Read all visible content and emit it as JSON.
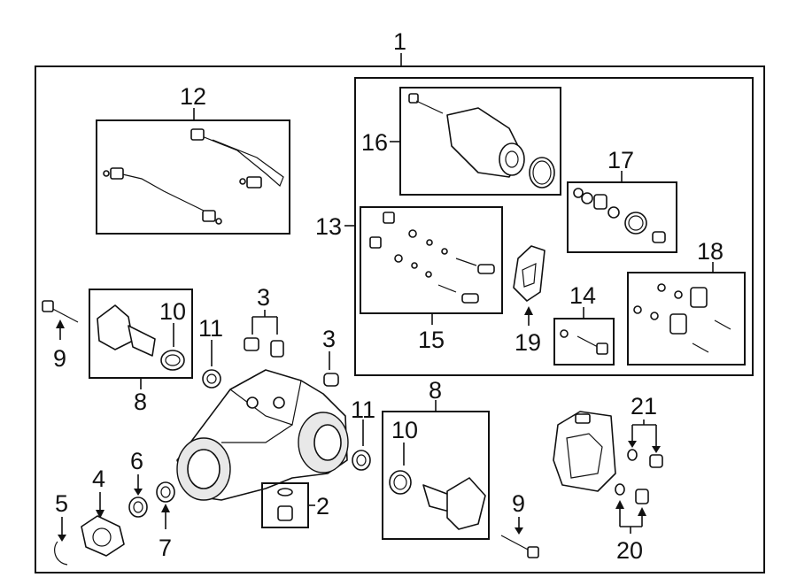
{
  "callouts": {
    "c1": "1",
    "c2": "2",
    "c3a": "3",
    "c3b": "3",
    "c4": "4",
    "c5": "5",
    "c6": "6",
    "c7": "7",
    "c8a": "8",
    "c8b": "8",
    "c9a": "9",
    "c9b": "9",
    "c10a": "10",
    "c10b": "10",
    "c11a": "11",
    "c11b": "11",
    "c12": "12",
    "c13": "13",
    "c14": "14",
    "c15": "15",
    "c16": "16",
    "c17": "17",
    "c18": "18",
    "c19": "19",
    "c20": "20",
    "c21": "21"
  },
  "colors": {
    "line": "#111111",
    "background": "#ffffff",
    "shade": "#e8e8e8"
  }
}
